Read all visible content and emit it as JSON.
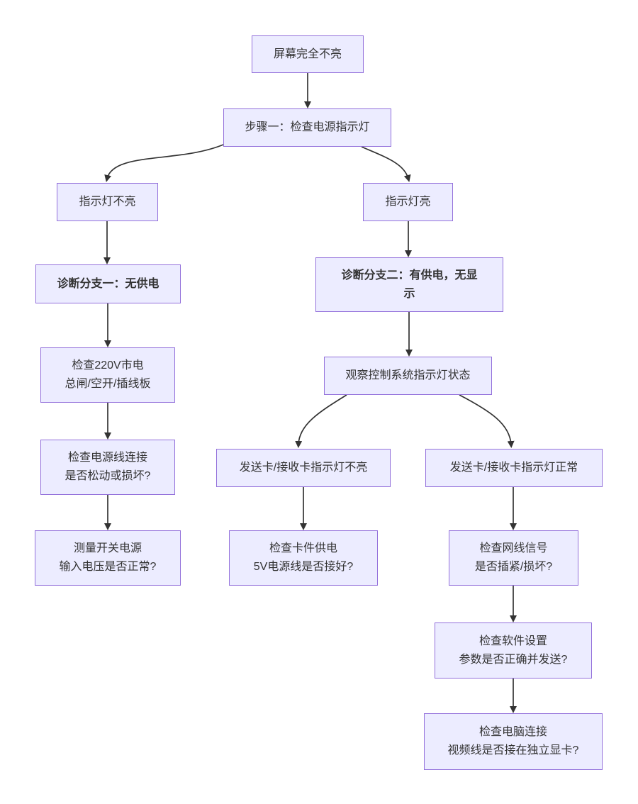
{
  "colors": {
    "node_fill": "#ECECFF",
    "node_border": "#9370DB",
    "text": "#333333",
    "edge": "#333333",
    "background": "#ffffff"
  },
  "flowchart": {
    "nodes": {
      "screen_dark": {
        "line1": "屏幕完全不亮"
      },
      "step1": {
        "line1": "步骤一：检查电源指示灯"
      },
      "led_off": {
        "line1": "指示灯不亮"
      },
      "led_on": {
        "line1": "指示灯亮"
      },
      "branch1": {
        "line1": "诊断分支一：无供电"
      },
      "branch2": {
        "line1": "诊断分支二：有供电，无显",
        "line2": "示"
      },
      "check_220v": {
        "line1": "检查220V市电",
        "line2": "总闸/空开/插线板"
      },
      "observe": {
        "line1": "观察控制系统指示灯状态"
      },
      "check_power_cable": {
        "line1": "检查电源线连接",
        "line2": "是否松动或损坏?"
      },
      "card_led_off": {
        "line1": "发送卡/接收卡指示灯不亮"
      },
      "card_led_on": {
        "line1": "发送卡/接收卡指示灯正常"
      },
      "measure_psu": {
        "line1": "测量开关电源",
        "line2": "输入电压是否正常?"
      },
      "check_card_power": {
        "line1": "检查卡件供电",
        "line2": "5V电源线是否接好?"
      },
      "check_network": {
        "line1": "检查网线信号",
        "line2": "是否插紧/损坏?"
      },
      "check_software": {
        "line1": "检查软件设置",
        "line2": "参数是否正确并发送?"
      },
      "check_pc": {
        "line1": "检查电脑连接",
        "line2": "视频线是否接在独立显卡?"
      }
    },
    "edges": [
      {
        "from": "screen_dark",
        "to": "step1"
      },
      {
        "from": "step1",
        "to": "led_off"
      },
      {
        "from": "step1",
        "to": "led_on"
      },
      {
        "from": "led_off",
        "to": "branch1"
      },
      {
        "from": "led_on",
        "to": "branch2"
      },
      {
        "from": "branch1",
        "to": "check_220v"
      },
      {
        "from": "branch2",
        "to": "observe"
      },
      {
        "from": "check_220v",
        "to": "check_power_cable"
      },
      {
        "from": "check_power_cable",
        "to": "measure_psu"
      },
      {
        "from": "observe",
        "to": "card_led_off"
      },
      {
        "from": "observe",
        "to": "card_led_on"
      },
      {
        "from": "card_led_off",
        "to": "check_card_power"
      },
      {
        "from": "card_led_on",
        "to": "check_network"
      },
      {
        "from": "check_network",
        "to": "check_software"
      },
      {
        "from": "check_software",
        "to": "check_pc"
      }
    ]
  }
}
